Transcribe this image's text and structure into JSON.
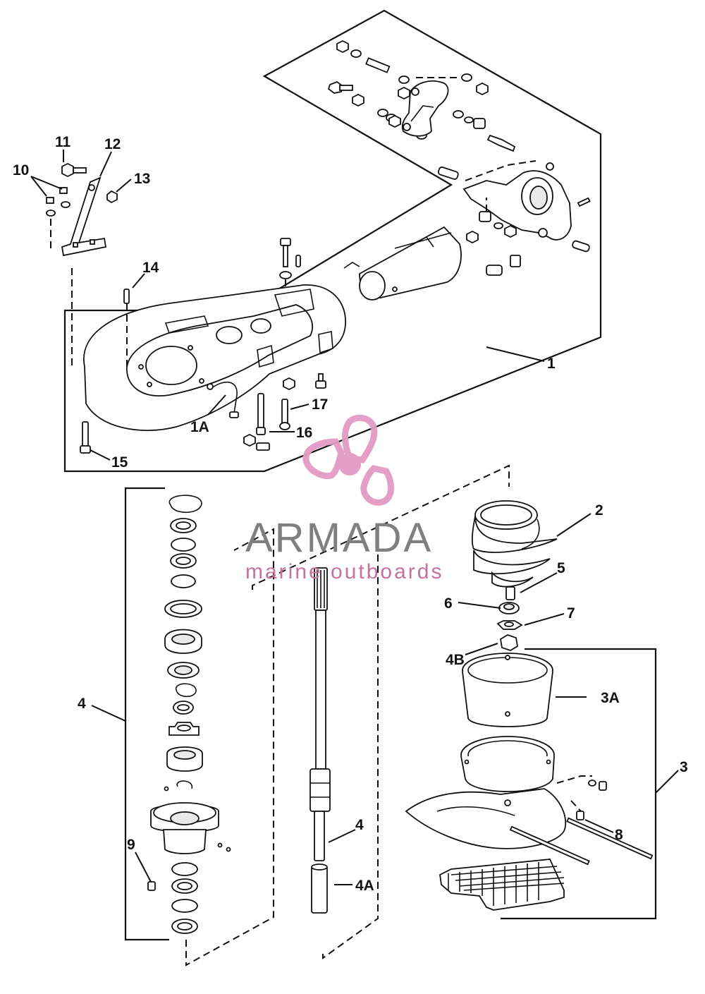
{
  "callouts": {
    "c1": "1",
    "c1A": "1A",
    "c2": "2",
    "c3": "3",
    "c3A": "3A",
    "c4_left": "4",
    "c4_shaft": "4",
    "c4A": "4A",
    "c4B": "4B",
    "c5": "5",
    "c6": "6",
    "c7": "7",
    "c8": "8",
    "c9": "9",
    "c10": "10",
    "c11": "11",
    "c12": "12",
    "c13": "13",
    "c14": "14",
    "c15": "15",
    "c16": "16",
    "c17": "17"
  },
  "watermark": {
    "name": "ARMADA",
    "tagline": "marine outboards",
    "logo_icon": "propeller-icon",
    "logo_color": "#e39ac3",
    "name_color": "#7f7f7f",
    "tagline_color": "#c7719f"
  },
  "colors": {
    "line": "#111111",
    "background": "#ffffff"
  }
}
